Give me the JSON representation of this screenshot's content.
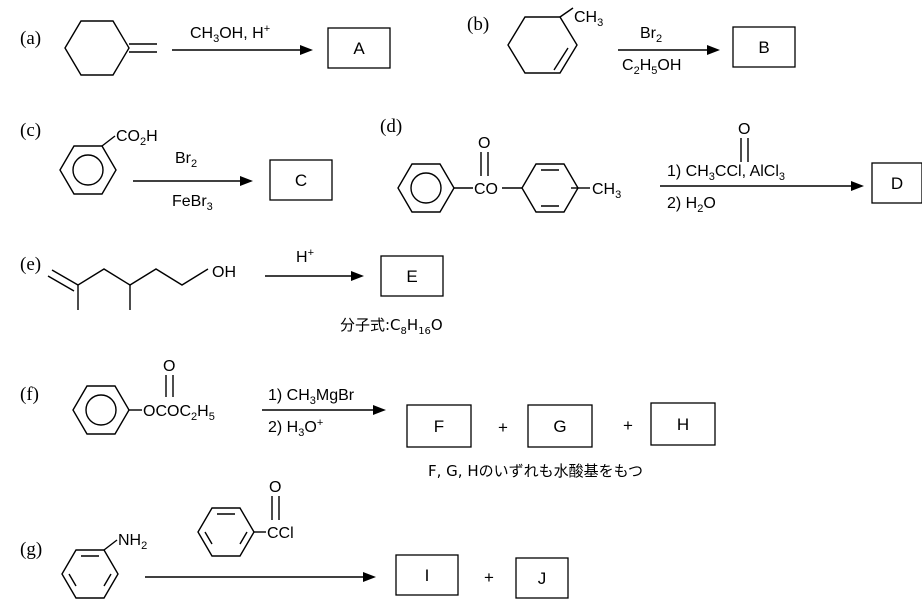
{
  "a": {
    "label": "(a)",
    "reagent": "CH3OH, H+",
    "product": "A"
  },
  "b": {
    "label": "(b)",
    "substituent": "CH3",
    "reagent_top": "Br2",
    "reagent_bottom": "C2H5OH",
    "product": "B"
  },
  "c": {
    "label": "(c)",
    "substituent": "CO2H",
    "reagent_top": "Br2",
    "reagent_bottom": "FeBr3",
    "product": "C"
  },
  "d": {
    "label": "(d)",
    "carbonyl_o": "O",
    "ester_link": "CO",
    "methyl": "CH3",
    "step1": "1) CH3CCl, AlCl3",
    "acyl_o": "O",
    "step2": "2) H2O",
    "product": "D"
  },
  "e": {
    "label": "(e)",
    "group": "OH",
    "reagent": "H+",
    "product": "E",
    "formula_note": "分子式:C8H16O"
  },
  "f": {
    "label": "(f)",
    "carbonyl_o": "O",
    "group": "OCOC2H5",
    "step1": "1) CH3MgBr",
    "step2": "2) H3O+",
    "product1": "F",
    "product2": "G",
    "product3": "H",
    "plus": "+",
    "note": "F, G, Hのいずれも水酸基をもつ"
  },
  "g": {
    "label": "(g)",
    "group": "NH2",
    "acyl_o": "O",
    "acyl_group": "CCl",
    "product1": "I",
    "product2": "J",
    "plus": "+"
  }
}
